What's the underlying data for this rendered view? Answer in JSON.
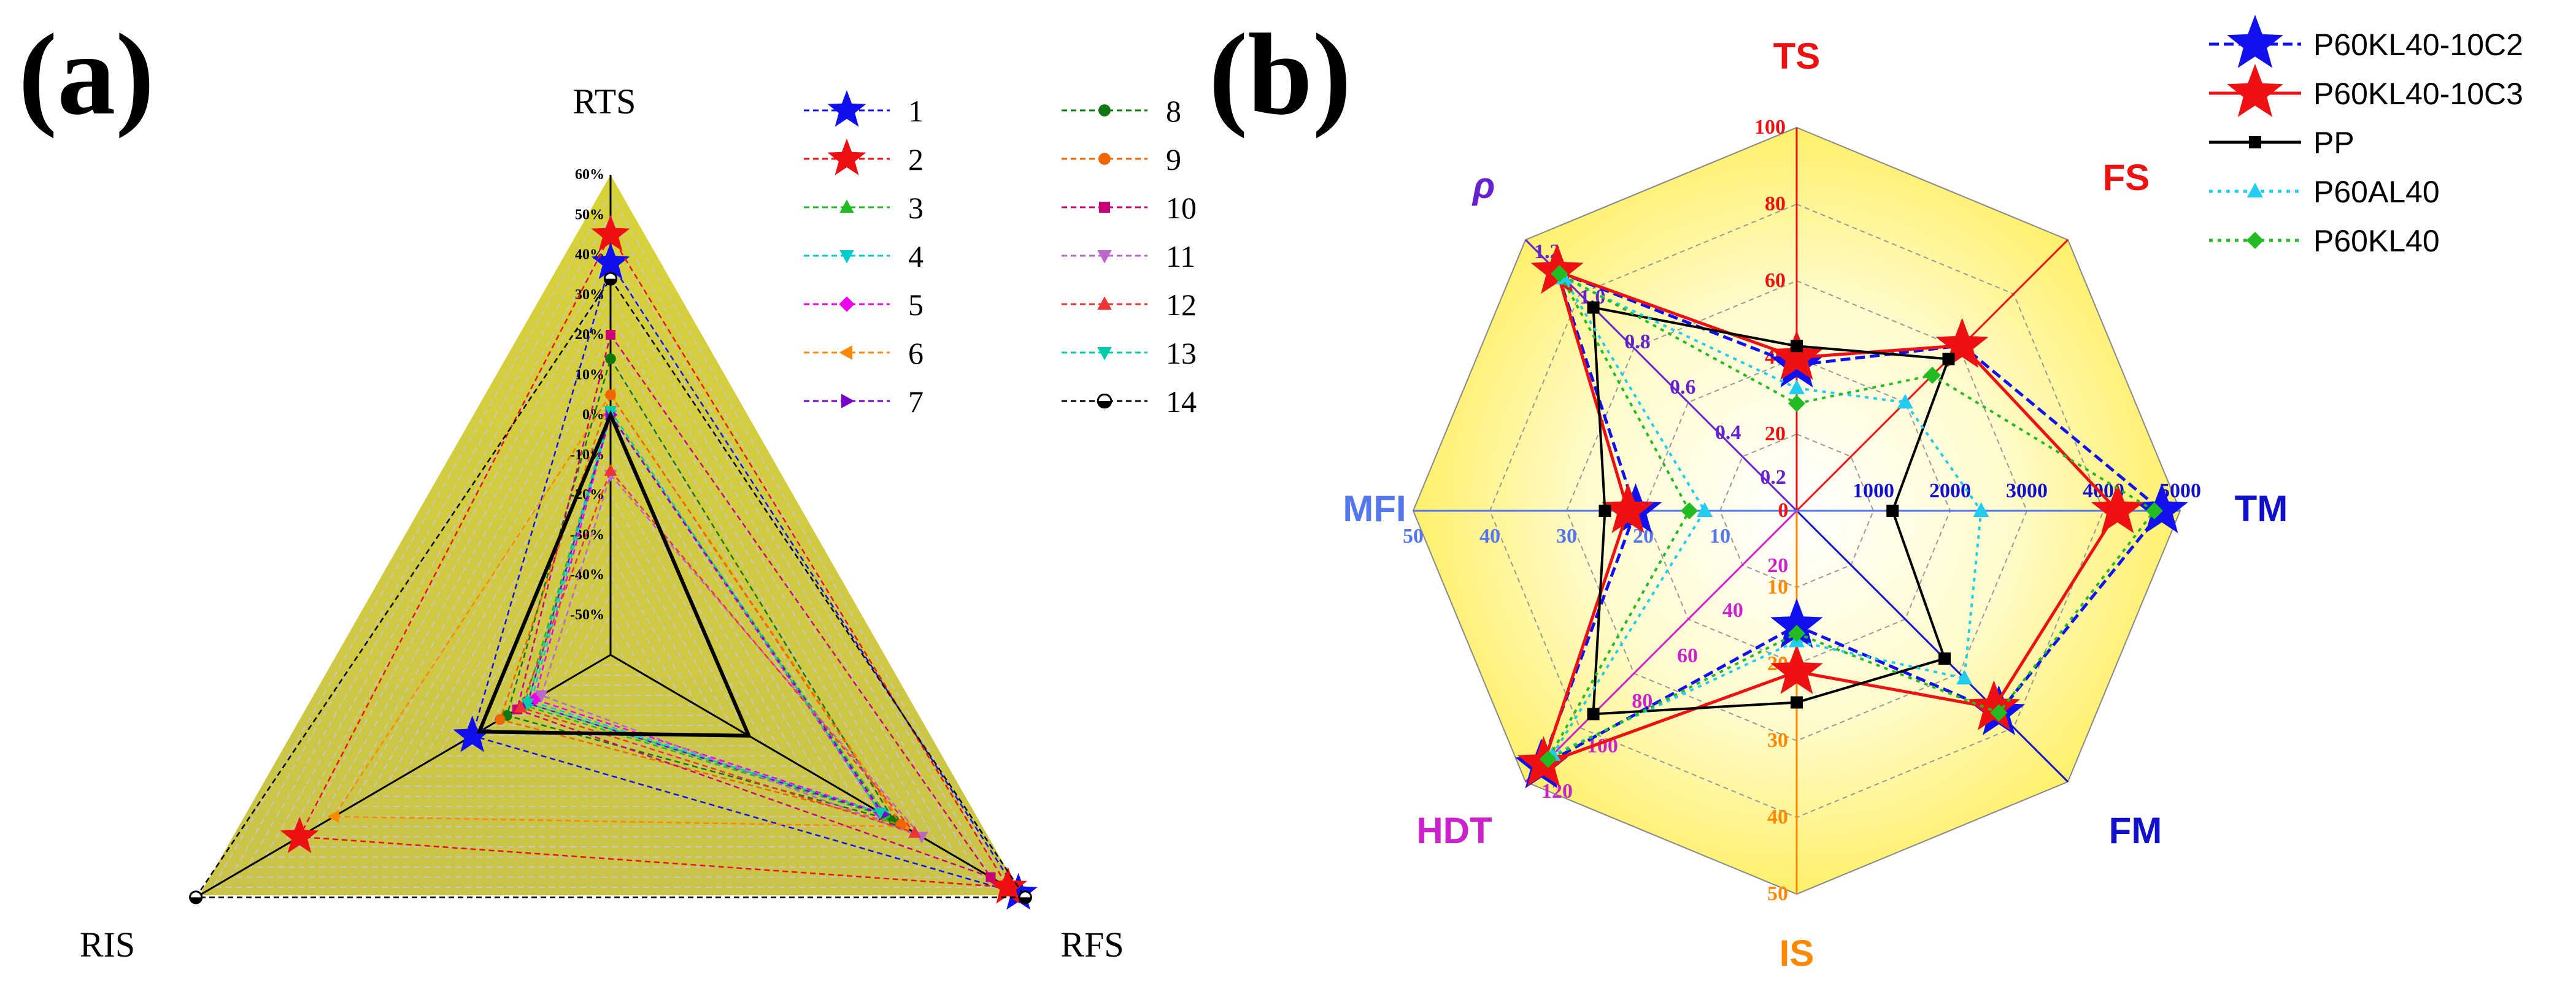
{
  "panels": {
    "a": {
      "label": "(a)"
    },
    "b": {
      "label": "(b)"
    }
  },
  "chart_data": [
    {
      "type": "radar",
      "panel": "(a)",
      "axes": [
        "RTS",
        "RFS",
        "RIS"
      ],
      "rlim": [
        -60,
        60
      ],
      "r_ticks": [
        "60%",
        "50%",
        "40%",
        "30%",
        "20%",
        "10%",
        "0%",
        "-10%",
        "-20%",
        "-30%",
        "-40%",
        "-50%"
      ],
      "tick_values": [
        60,
        50,
        40,
        30,
        20,
        10,
        0,
        -10,
        -20,
        -30,
        -40,
        -50
      ],
      "legend_columns": 2,
      "series": [
        {
          "name": "1",
          "color": "#1010ee",
          "marker": "star",
          "values": [
            38,
            58,
            -20
          ]
        },
        {
          "name": "2",
          "color": "#ee1010",
          "marker": "star",
          "values": [
            45,
            55,
            30
          ]
        },
        {
          "name": "3",
          "color": "#22bb22",
          "marker": "triangle",
          "values": [
            0,
            20,
            -35
          ]
        },
        {
          "name": "4",
          "color": "#00cccc",
          "marker": "triangle-down",
          "values": [
            0,
            19,
            -37
          ]
        },
        {
          "name": "5",
          "color": "#ee00ee",
          "marker": "diamond",
          "values": [
            0,
            18,
            -38
          ]
        },
        {
          "name": "6",
          "color": "#ff8800",
          "marker": "triangle-left",
          "values": [
            5,
            25,
            20
          ]
        },
        {
          "name": "7",
          "color": "#7700cc",
          "marker": "triangle-right",
          "values": [
            0,
            19,
            -36
          ]
        },
        {
          "name": "8",
          "color": "#117711",
          "marker": "circle",
          "values": [
            14,
            22,
            -30
          ]
        },
        {
          "name": "9",
          "color": "#ee6600",
          "marker": "circle",
          "values": [
            5,
            24,
            -28
          ]
        },
        {
          "name": "10",
          "color": "#cc0077",
          "marker": "square",
          "values": [
            20,
            50,
            -33
          ]
        },
        {
          "name": "11",
          "color": "#bb66cc",
          "marker": "triangle-down",
          "values": [
            -15,
            30,
            -40
          ]
        },
        {
          "name": "12",
          "color": "#ee3333",
          "marker": "triangle",
          "values": [
            -14,
            28,
            -34
          ]
        },
        {
          "name": "13",
          "color": "#00ccaa",
          "marker": "triangle-down",
          "values": [
            1,
            18,
            -36
          ]
        },
        {
          "name": "14",
          "color": "#000000",
          "marker": "circle-half",
          "values": [
            34,
            60,
            60
          ]
        }
      ]
    },
    {
      "type": "radar",
      "panel": "(b)",
      "axes": [
        {
          "name": "TS",
          "color": "#ee1111",
          "ticks": [
            "100",
            "80",
            "60",
            "40",
            "20"
          ]
        },
        {
          "name": "FS",
          "color": "#ee1111",
          "ticks": []
        },
        {
          "name": "TM",
          "color": "#1111cc",
          "ticks": [
            "1000",
            "2000",
            "3000",
            "4000",
            "5000"
          ]
        },
        {
          "name": "FM",
          "color": "#1111cc",
          "ticks": []
        },
        {
          "name": "IS",
          "color": "#ff8800",
          "ticks": [
            "10",
            "20",
            "30",
            "40",
            "50"
          ]
        },
        {
          "name": "HDT",
          "color": "#cc22cc",
          "ticks": [
            "20",
            "40",
            "60",
            "80",
            "100",
            "120"
          ]
        },
        {
          "name": "MFI",
          "color": "#5577ee",
          "ticks": [
            "10",
            "20",
            "30",
            "40",
            "50"
          ]
        },
        {
          "name": "ρ",
          "color": "#6622cc",
          "ticks": [
            "0.2",
            "0.4",
            "0.6",
            "0.8",
            "1.0",
            "1.2"
          ]
        }
      ],
      "center_label": "0",
      "series": [
        {
          "name": "P60KL40-10C2",
          "color": "#1111ee",
          "marker": "star",
          "line": "dashed",
          "values": {
            "TS": 38,
            "FS": 61,
            "TM": 4950,
            "FM": 41,
            "IS": 15,
            "HDT": 113,
            "MFI": 21,
            "ρ": 1.06
          }
        },
        {
          "name": "P60KL40-10C3",
          "color": "#ee1111",
          "marker": "star",
          "line": "solid",
          "values": {
            "TS": 40,
            "FS": 61,
            "TM": 4350,
            "FM": 40,
            "IS": 21,
            "HDT": 112,
            "MFI": 22,
            "ρ": 1.06
          }
        },
        {
          "name": "PP",
          "color": "#000000",
          "marker": "square",
          "line": "solid",
          "values": {
            "TS": 43,
            "FS": 56,
            "TM": 1300,
            "FM": 30,
            "IS": 25,
            "HDT": 90,
            "MFI": 25,
            "ρ": 0.9
          }
        },
        {
          "name": "P60AL40",
          "color": "#22ccee",
          "marker": "triangle",
          "line": "dotted",
          "values": {
            "TS": 32,
            "FS": 40,
            "TM": 2500,
            "FM": 34,
            "IS": 17,
            "HDT": 108,
            "MFI": 12,
            "ρ": 1.03
          }
        },
        {
          "name": "P60KL40",
          "color": "#22bb22",
          "marker": "diamond",
          "line": "dotted",
          "values": {
            "TS": 28,
            "FS": 50,
            "TM": 4850,
            "FM": 41,
            "IS": 16,
            "HDT": 110,
            "MFI": 14,
            "ρ": 1.05
          }
        }
      ]
    }
  ]
}
